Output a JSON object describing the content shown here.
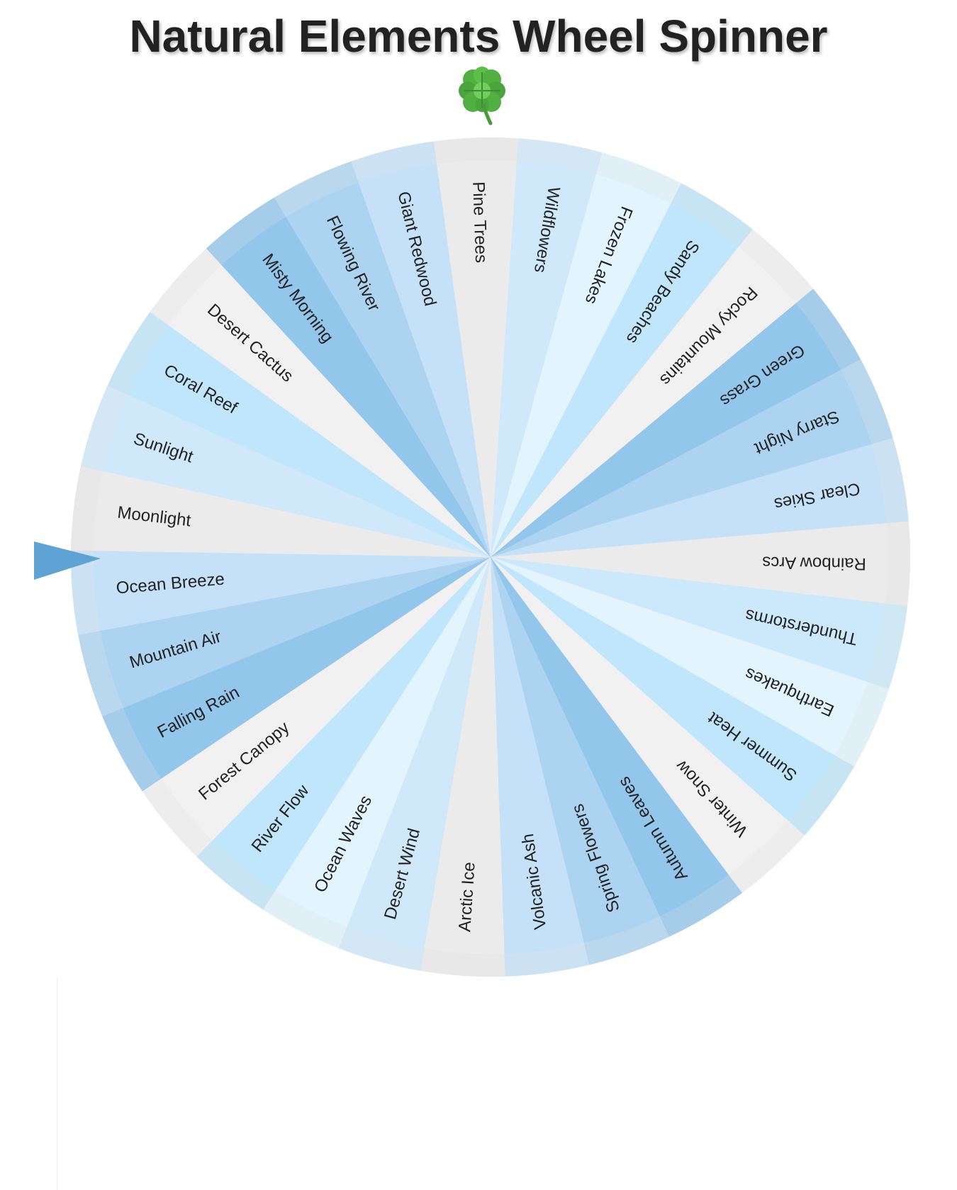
{
  "app": {
    "title": "Natural Elements Wheel Spinner",
    "logo_icon": "four-leaf-clover-icon"
  },
  "wheel": {
    "rotation_deg": -2,
    "segments": [
      {
        "label": "Pine Trees",
        "color": "#ebebeb"
      },
      {
        "label": "Wildflowers",
        "color": "#cfe9fb"
      },
      {
        "label": "Frozen Lakes",
        "color": "#e2f4fd"
      },
      {
        "label": "Sandy Beaches",
        "color": "#bfe6fb"
      },
      {
        "label": "Rocky Mountains",
        "color": "#f1f1f1"
      },
      {
        "label": "Green Grass",
        "color": "#92c6eb"
      },
      {
        "label": "Starry Night",
        "color": "#acd4f1"
      },
      {
        "label": "Clear Skies",
        "color": "#c5e1f7"
      },
      {
        "label": "Rainbow Arcs",
        "color": "#ebebeb"
      },
      {
        "label": "Thunderstorms",
        "color": "#cbe9fb"
      },
      {
        "label": "Earthquakes",
        "color": "#e2f4fd"
      },
      {
        "label": "Summer Heat",
        "color": "#bfe6fb"
      },
      {
        "label": "Winter Snow",
        "color": "#f1f1f1"
      },
      {
        "label": "Autumn Leaves",
        "color": "#92c6eb"
      },
      {
        "label": "Spring Flowers",
        "color": "#acd4f1"
      },
      {
        "label": "Volcanic Ash",
        "color": "#c5e1f7"
      },
      {
        "label": "Arctic Ice",
        "color": "#ebebeb"
      },
      {
        "label": "Desert Wind",
        "color": "#cfe9fb"
      },
      {
        "label": "Ocean Waves",
        "color": "#e2f4fd"
      },
      {
        "label": "River Flow",
        "color": "#bfe6fb"
      },
      {
        "label": "Forest Canopy",
        "color": "#f1f1f1"
      },
      {
        "label": "Falling Rain",
        "color": "#92c6eb"
      },
      {
        "label": "Mountain Air",
        "color": "#acd4f1"
      },
      {
        "label": "Ocean Breeze",
        "color": "#c5e1f7"
      },
      {
        "label": "Moonlight",
        "color": "#ebebeb"
      },
      {
        "label": "Sunlight",
        "color": "#cfe9fb"
      },
      {
        "label": "Coral Reef",
        "color": "#bfe6fb"
      },
      {
        "label": "Desert Cactus",
        "color": "#f1f1f1"
      },
      {
        "label": "Misty Morning",
        "color": "#92c6eb"
      },
      {
        "label": "Flowing River",
        "color": "#acd4f1"
      },
      {
        "label": "Giant Redwood",
        "color": "#c5e1f7"
      }
    ],
    "rim_color": "#dedede",
    "pointer_color": "#5ea3d4",
    "pointer_icon": "pointer-arrow-icon",
    "selected_label": "Ocean Breeze"
  }
}
